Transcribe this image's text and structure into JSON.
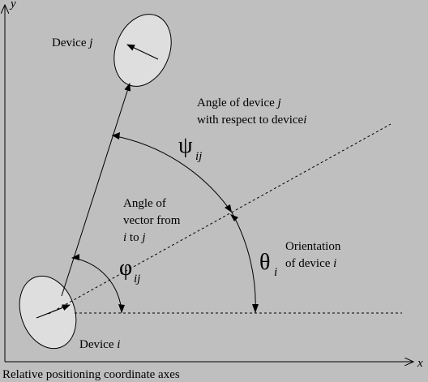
{
  "axes": {
    "x_label": "x",
    "y_label": "y",
    "caption": "Relative positioning coordinate axes"
  },
  "device_j": {
    "label": "Device",
    "index": "j"
  },
  "device_i": {
    "label": "Device",
    "index": "i"
  },
  "psi": {
    "symbol": "ψ",
    "subscript": "ij",
    "desc_line1_pre": "Angle of device",
    "desc_line1_var": "j",
    "desc_line2_pre": "with respect to device",
    "desc_line2_var": "i"
  },
  "theta": {
    "symbol": "θ",
    "subscript": "i",
    "desc_line1": "Orientation",
    "desc_line2_pre": "of device",
    "desc_line2_var": "i"
  },
  "phi": {
    "symbol": "φ",
    "subscript": "ij",
    "desc_line1": "Angle of",
    "desc_line2": "vector from",
    "desc_line3_var1": "i",
    "desc_line3_mid": "to",
    "desc_line3_var2": "j"
  }
}
